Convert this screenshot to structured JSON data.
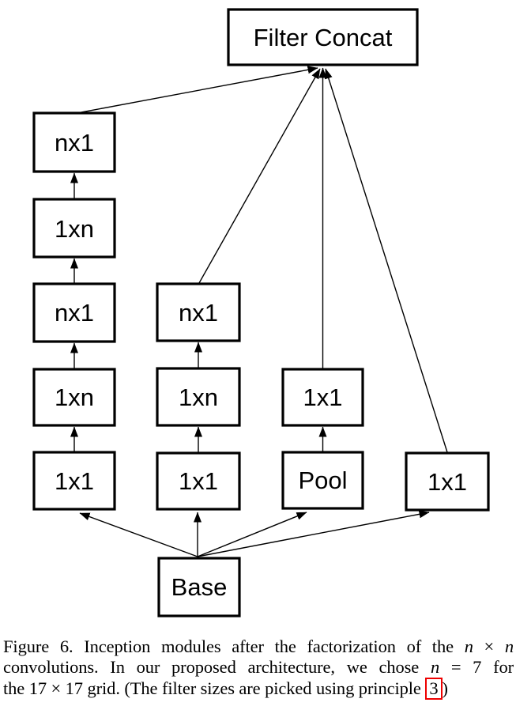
{
  "figure": {
    "concat_label": "Filter Concat",
    "base_label": "Base",
    "col1": [
      "nx1",
      "1xn",
      "nx1",
      "1xn",
      "1x1"
    ],
    "col2": [
      "nx1",
      "1xn",
      "1x1"
    ],
    "col3": [
      "1x1",
      "Pool"
    ],
    "col4": [
      "1x1"
    ]
  },
  "caption": {
    "l1a": "Figure 6. Inception modules after the factorization of the ",
    "l1n1": "n",
    "l1times": " × ",
    "l1n2": "n",
    "l2a": "convolutions.  In our proposed architecture, we chose ",
    "l2n": "n",
    "l2b": " = 7 for",
    "l3a": "the 17 × 17 grid. (The filter sizes are picked using principle ",
    "l3cite": "3",
    "l3b": ")"
  },
  "colors": {
    "line": "#000000",
    "box_fill": "#ffffff",
    "citation_box": "#ee0000"
  }
}
